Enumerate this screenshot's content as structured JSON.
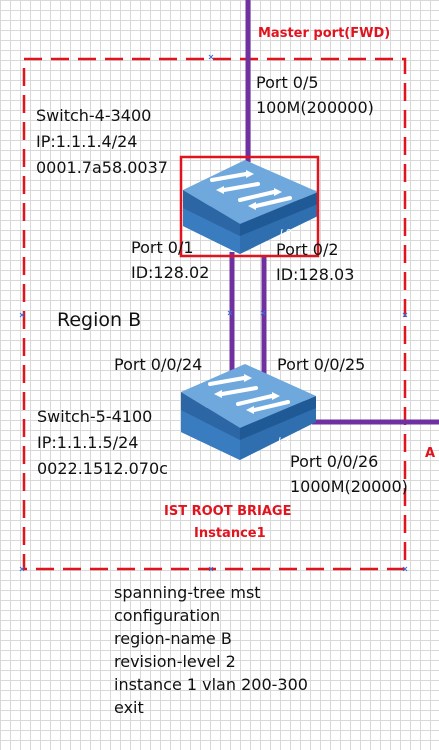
{
  "colors": {
    "link": "#7030a0",
    "highlight": "#e0141e",
    "switch_top": "#6fa8dc",
    "switch_side": "#2f6fb0"
  },
  "icons": {
    "switch": "l2-switch-icon"
  },
  "master_port": "Master port(FWD)",
  "upper_switch": {
    "name": "Switch-4-3400",
    "ip": "IP:1.1.1.4/24",
    "mac": "0001.7a58.0037",
    "badge": "L2",
    "uplink_port": "Port 0/5",
    "uplink_speed": "100M(200000)",
    "port_left": "Port 0/1",
    "port_left_id": "ID:128.02",
    "port_right": "Port 0/2",
    "port_right_id": "ID:128.03"
  },
  "region_label": "Region B",
  "lower_switch": {
    "name": "Switch-5-4100",
    "ip": "IP:1.1.1.5/24",
    "mac": "0022.1512.070c",
    "badge": "L2",
    "port_left": "Port 0/0/24",
    "port_right": "Port 0/0/25",
    "port_out": "Port 0/0/26",
    "port_out_speed": "1000M(20000)",
    "role_line1": "IST ROOT BRIAGE",
    "role_line2": "Instance1"
  },
  "edge_marker": "A",
  "config_lines": [
    "spanning-tree mst",
    "configuration",
    "region-name B",
    "revision-level 2",
    "instance 1 vlan 200-300",
    "exit"
  ]
}
